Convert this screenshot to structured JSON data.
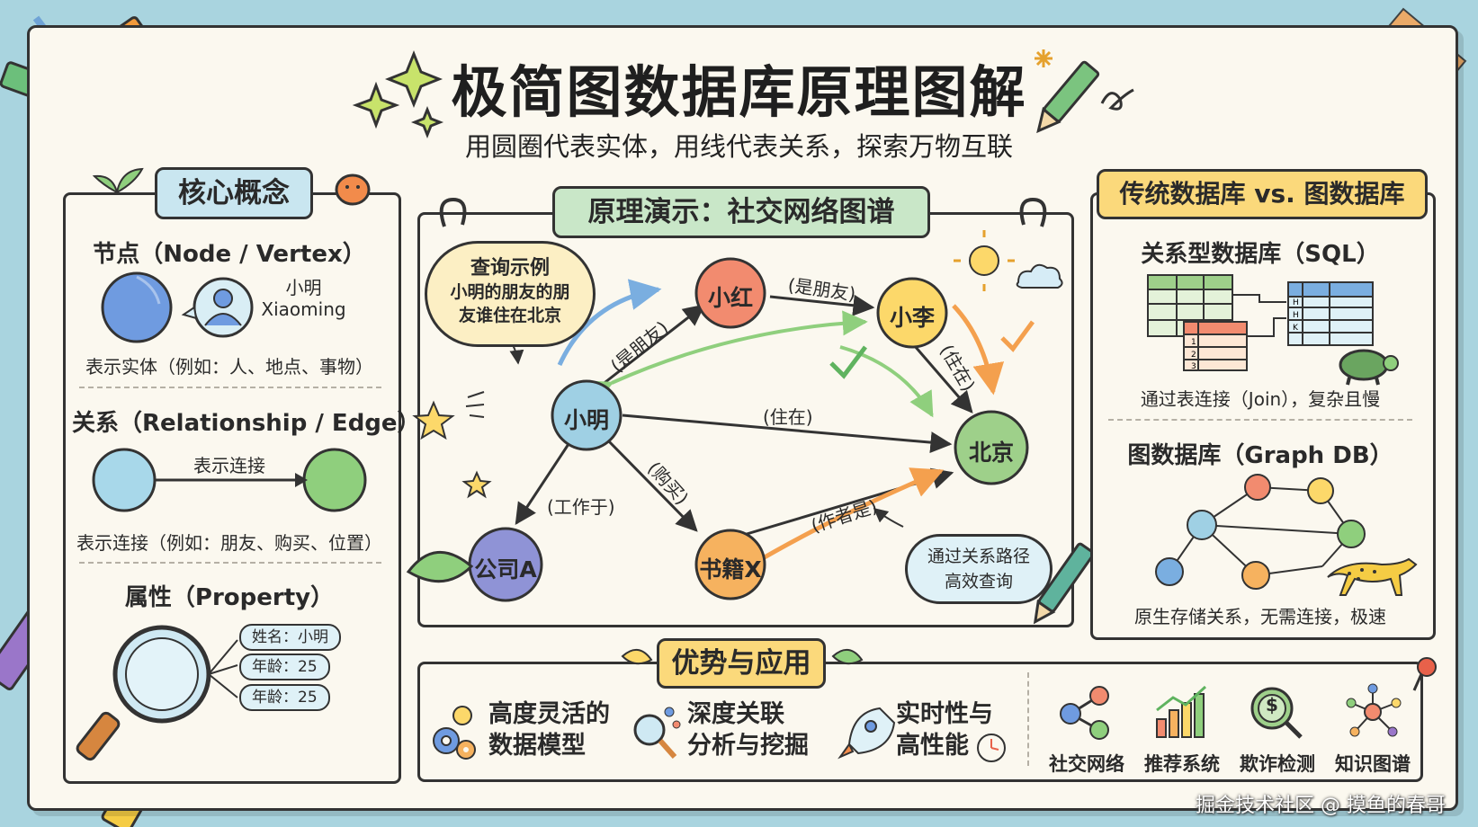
{
  "header": {
    "title": "极简图数据库原理图解",
    "subtitle": "用圆圈代表实体，用线代表关系，探索万物互联"
  },
  "core": {
    "tag": "核心概念",
    "node_title": "节点（Node / Vertex）",
    "node_name": "小明",
    "node_name_en": "Xiaoming",
    "node_desc": "表示实体（例如：人、地点、事物）",
    "rel_title": "关系（Relationship / Edge）",
    "rel_arrow_label": "表示连接",
    "rel_desc": "表示连接（例如：朋友、购买、位置）",
    "prop_title": "属性（Property）",
    "props": [
      "姓名：小明",
      "年龄：25",
      "年龄：25"
    ]
  },
  "demo": {
    "tag": "原理演示：社交网络图谱",
    "query_bubble": [
      "查询示例",
      "小明的朋友的朋",
      "友谁住在北京"
    ],
    "nodes": {
      "xiaoming": "小明",
      "xiaohong": "小红",
      "xiaoli": "小李",
      "beijing": "北京",
      "company": "公司A",
      "book": "书籍X"
    },
    "edges": {
      "friend1": "(是朋友)",
      "friend2": "(是朋友)",
      "lives1": "(住在)",
      "lives2": "(住在)",
      "works": "(工作于)",
      "bought": "(购买)",
      "author": "(作者是)"
    },
    "path_note": [
      "通过关系路径",
      "高效查询"
    ]
  },
  "compare": {
    "tag": "传统数据库 vs. 图数据库",
    "sql_title": "关系型数据库（SQL）",
    "sql_desc": "通过表连接（Join），复杂且慢",
    "table_marks": [
      "1",
      "2",
      "3",
      "H",
      "H",
      "K"
    ],
    "graph_title": "图数据库（Graph DB）",
    "graph_desc": "原生存储关系，无需连接，极速"
  },
  "advantages": {
    "tag": "优势与应用",
    "items": [
      {
        "line1": "高度灵活的",
        "line2": "数据模型",
        "icon": "gears-bulb-icon"
      },
      {
        "line1": "深度关联",
        "line2": "分析与挖掘",
        "icon": "magnifier-network-icon"
      },
      {
        "line1": "实时性与",
        "line2": "高性能",
        "icon": "rocket-icon"
      }
    ],
    "apps": [
      {
        "label": "社交网络",
        "icon": "share-nodes-icon"
      },
      {
        "label": "推荐系统",
        "icon": "bar-chart-icon"
      },
      {
        "label": "欺诈检测",
        "icon": "dollar-magnifier-icon"
      },
      {
        "label": "知识图谱",
        "icon": "knowledge-graph-icon"
      }
    ]
  },
  "watermark": "掘金技术社区 @ 摸鱼的春哥",
  "colors": {
    "background": "#a9d4df",
    "paper": "#fbf8ef",
    "blue_node": "#9fd0e4",
    "red_node": "#f28b6f",
    "yellow_node": "#fcd86a",
    "green_node": "#9ed08a",
    "purple_node": "#8f93d6",
    "orange_node": "#f6b25f",
    "tag_blue": "#c9e6f0",
    "tag_green": "#c9e7c8",
    "tag_yellow": "#fbd97b"
  }
}
